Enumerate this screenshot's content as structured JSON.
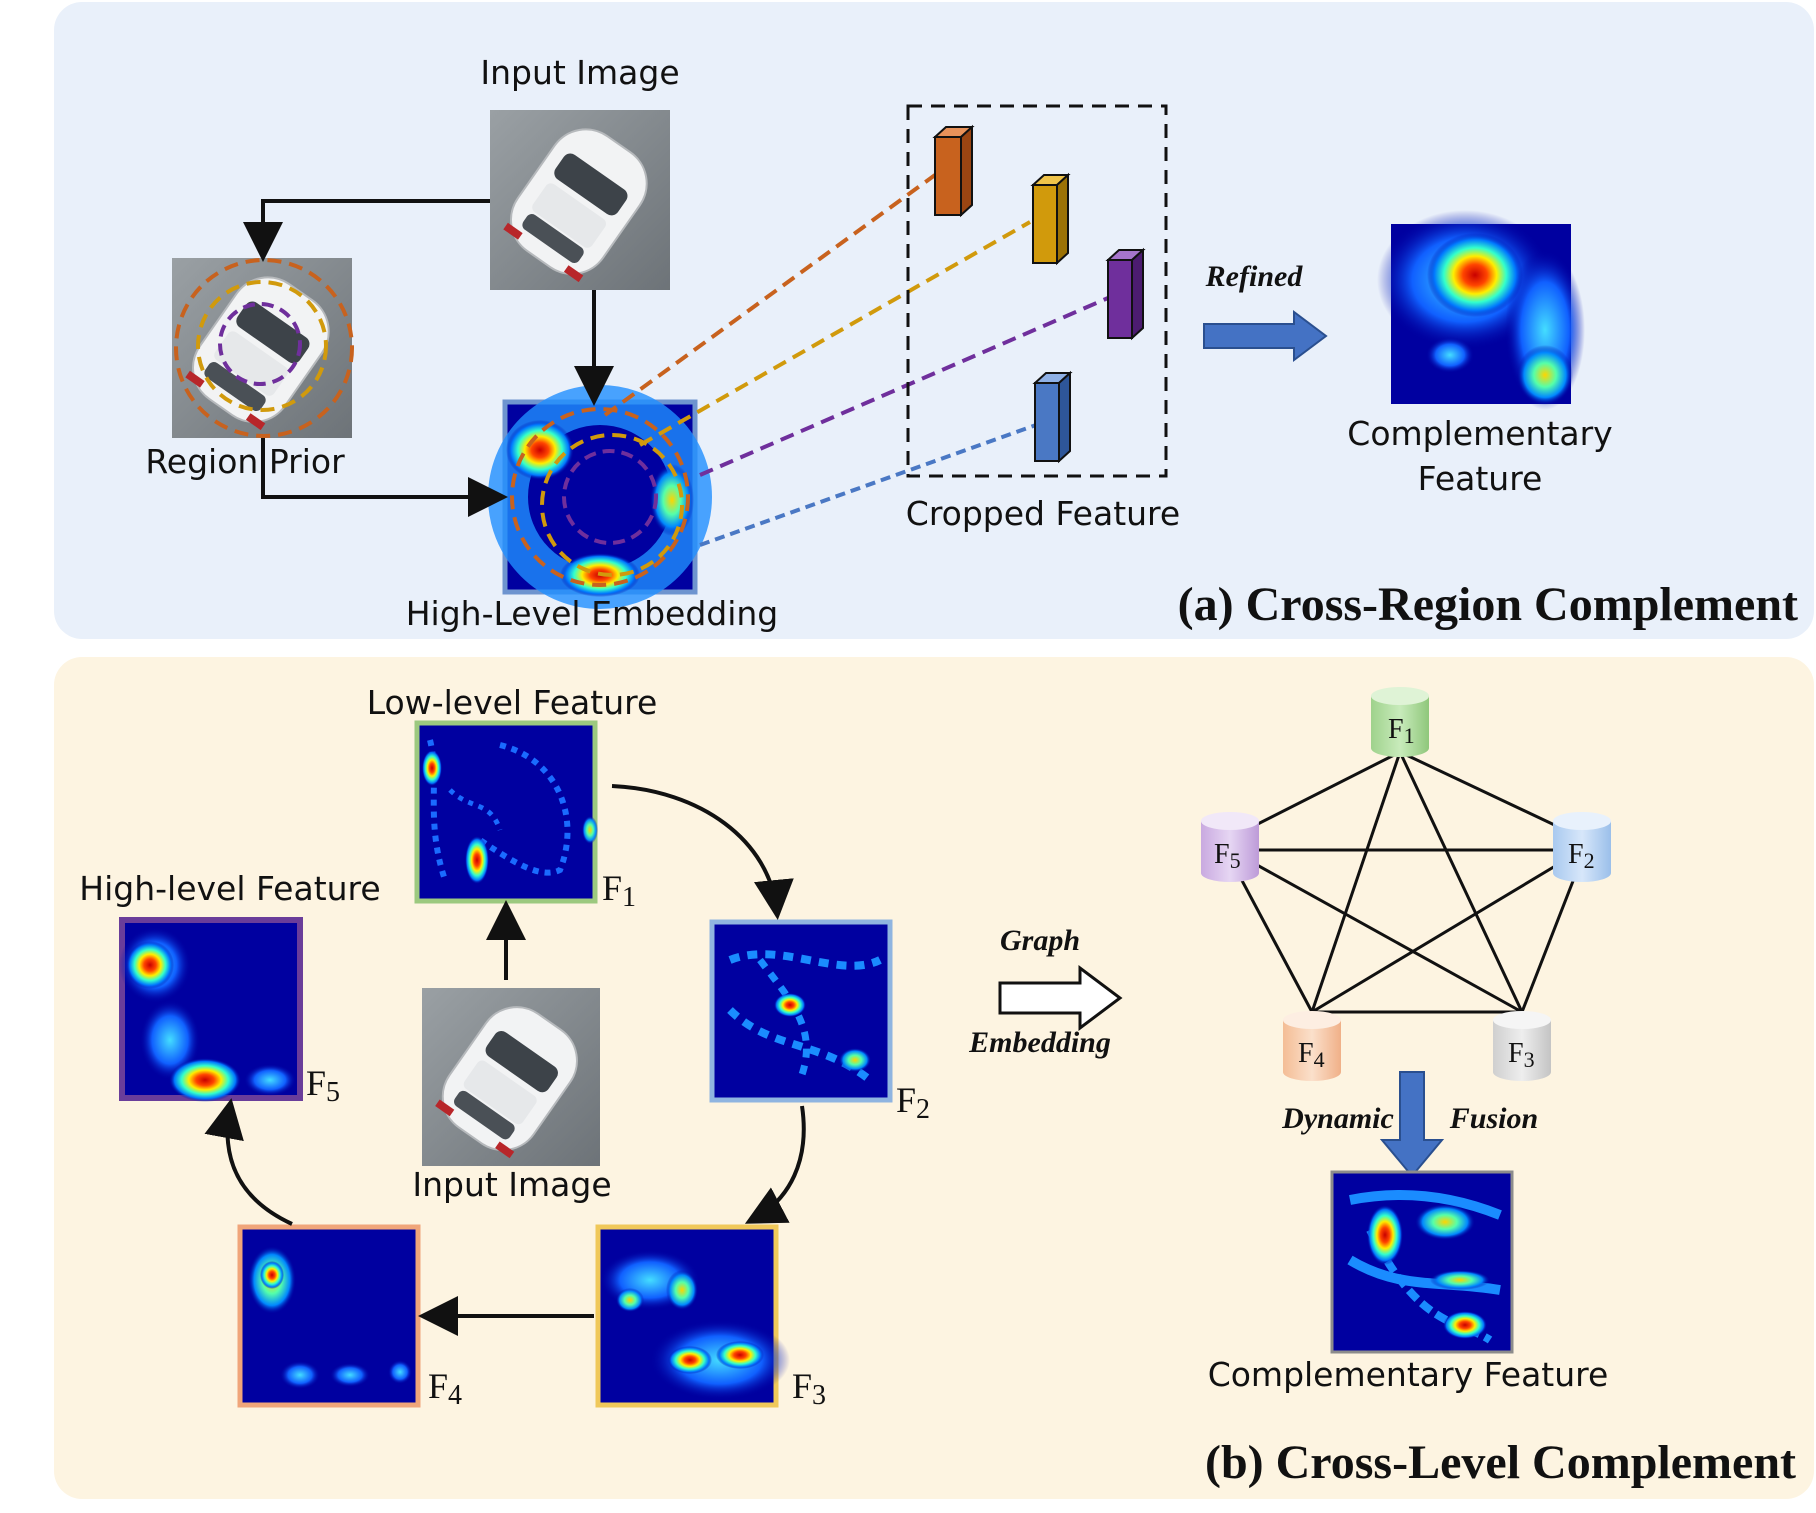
{
  "panel_a": {
    "title": "(a) Cross-Region Complement",
    "input_image_label": "Input Image",
    "region_prior_label": "Region Prior",
    "high_level_embedding_label": "High-Level Embedding",
    "cropped_feature_label": "Cropped Feature",
    "refined_label": "Refined",
    "complementary_feature_label_line1": "Complementary",
    "complementary_feature_label_line2": "Feature",
    "colors": {
      "background": "#e9f0fa",
      "crop1": "#c8621e",
      "crop2": "#d19a0c",
      "crop3": "#6f2f9c",
      "crop4": "#4a78c4"
    }
  },
  "panel_b": {
    "title": "(b) Cross-Level Complement",
    "low_level_label": "Low-level Feature",
    "high_level_label": "High-level Feature",
    "input_image_label": "Input Image",
    "graph_label": "Graph",
    "embedding_label": "Embedding",
    "dynamic_label": "Dynamic",
    "fusion_label": "Fusion",
    "complementary_feature_label": "Complementary Feature",
    "features": [
      "F",
      "F",
      "F",
      "F",
      "F"
    ],
    "subscripts": [
      "1",
      "2",
      "3",
      "4",
      "5"
    ],
    "node_colors": {
      "F1": "#a8d89a",
      "F2": "#bcd6f2",
      "F3": "#d9d9d9",
      "F4": "#f6c9a8",
      "F5": "#d3b8e6"
    },
    "frame_colors": {
      "F1": "#9cc97f",
      "F2": "#8fb4e0",
      "F3": "#f0c85a",
      "F4": "#f0a57a",
      "F5": "#6a3d9a"
    },
    "colors": {
      "background": "#fdf4e1"
    }
  }
}
